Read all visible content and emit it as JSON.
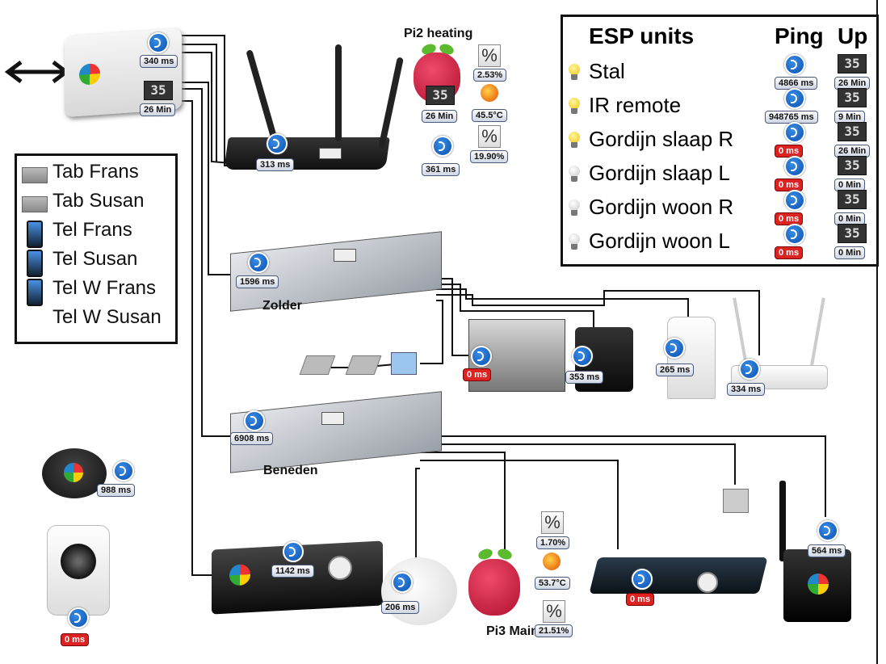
{
  "devices_legend": [
    "Tab Frans",
    "Tab Susan",
    "Tel Frans",
    "Tel Susan",
    "Tel W Frans",
    "Tel W Susan"
  ],
  "esp": {
    "title": "ESP units",
    "col_ping": "Ping",
    "col_up": "Up",
    "rows": [
      {
        "name": "Stal",
        "ping": "4866 ms",
        "up": "26 Min",
        "bulb": "on",
        "ping_red": false
      },
      {
        "name": "IR remote",
        "ping": "948765 ms",
        "up": "9 Min",
        "bulb": "on",
        "ping_red": false
      },
      {
        "name": "Gordijn slaap R",
        "ping": "0 ms",
        "up": "26 Min",
        "bulb": "on",
        "ping_red": true
      },
      {
        "name": "Gordijn slaap L",
        "ping": "0 ms",
        "up": "0 Min",
        "bulb": "off",
        "ping_red": true
      },
      {
        "name": "Gordijn woon R",
        "ping": "0 ms",
        "up": "0 Min",
        "bulb": "off",
        "ping_red": true
      },
      {
        "name": "Gordijn woon L",
        "ping": "0 ms",
        "up": "0 Min",
        "bulb": "off",
        "ping_red": true
      }
    ]
  },
  "gateway": {
    "ping": "340 ms",
    "up": "26 Min"
  },
  "router": {
    "ping": "313 ms"
  },
  "pi2": {
    "title": "Pi2 heating",
    "up": "26 Min",
    "ping": "361 ms",
    "cpu": "2.53%",
    "temp": "45.5°C",
    "mem": "19.90%"
  },
  "zolder": {
    "title": "Zolder",
    "ping": "1596 ms",
    "printer": "0 ms",
    "nas": "353 ms",
    "disk": "265 ms",
    "ap": "334 ms"
  },
  "beneden": {
    "title": "Beneden",
    "ping": "6908 ms",
    "mediabox": "1142 ms",
    "cam": "206 ms",
    "pi3_title": "Pi3 Main",
    "pi3_cpu": "1.70%",
    "pi3_temp": "53.7°C",
    "pi3_mem": "21.51%",
    "settop": "0 ms",
    "webcam": "564 ms"
  },
  "chromecast": {
    "ping": "988 ms"
  },
  "ipcam": {
    "ping": "0 ms"
  },
  "clock_glyph": "35",
  "pct_glyph": "%",
  "colors": {
    "ping_blue": "#0a4fb0",
    "alert_red": "#d22222",
    "wire": "#111111"
  }
}
